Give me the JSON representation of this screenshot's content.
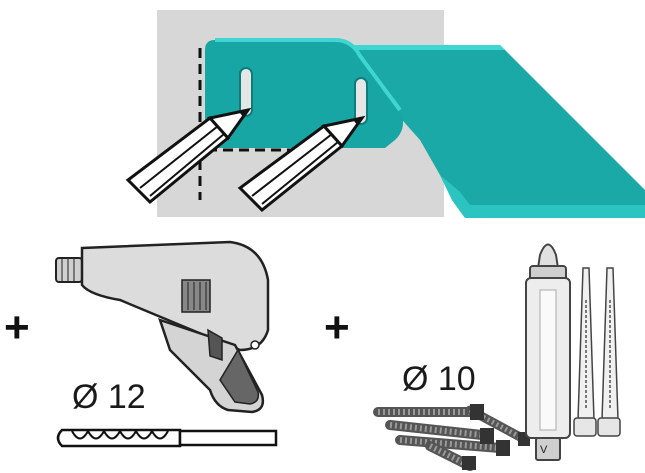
{
  "steps": {
    "plus_1": "+",
    "plus_2": "+"
  },
  "drill": {
    "bit_diameter": "Ø 12"
  },
  "anchor": {
    "rod_diameter": "Ø 10",
    "cartridge_mark": "V"
  },
  "colors": {
    "bracket": "#17a9a7",
    "bracket_dark": "#0c8684",
    "bracket_edge": "#2fd0cc",
    "wall": "#d6d6d6",
    "outline": "#111111"
  }
}
